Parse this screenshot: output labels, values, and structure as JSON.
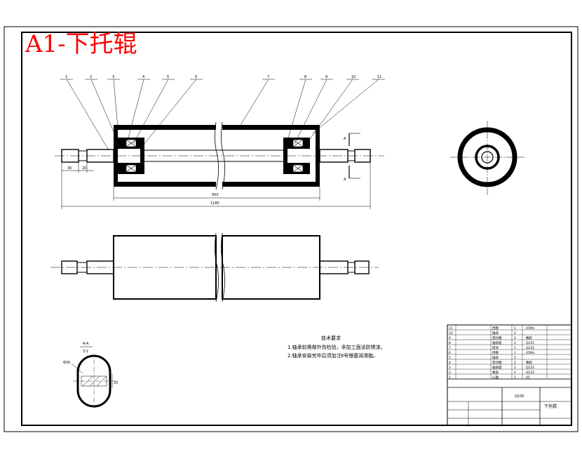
{
  "title": "A1-下托辊",
  "colors": {
    "title": "#ff0000",
    "line": "#000000",
    "paper": "#ffffff"
  },
  "balloons": [
    "1",
    "2",
    "3",
    "4",
    "5",
    "6",
    "7",
    "8",
    "9",
    "10",
    "11"
  ],
  "dimensions": {
    "shaft_step_a": "30",
    "shaft_step_b": "20",
    "roller_length": "950",
    "overall_length": "1180"
  },
  "section": {
    "label_top": "A",
    "label_bottom": "A",
    "title": "A-A",
    "scale": "3:1",
    "diameter": "Φ30",
    "flat": "25"
  },
  "tech_req": {
    "heading": "技术要求",
    "items": [
      "1.轴承前需做外伤检验，非加工面涂防锈漆。",
      "2.轴承安装完毕后须加注Ⅱ号锂基润滑脂。"
    ]
  },
  "title_block": {
    "material": "Q235",
    "part_name": "下托辊",
    "bom_rows": [
      [
        "11",
        "挡圈",
        "1",
        "65Mn"
      ],
      [
        "10",
        "轴承",
        "2",
        ""
      ],
      [
        "9",
        "密封圈",
        "2",
        "橡胶"
      ],
      [
        "8",
        "轴承座",
        "2",
        "Q235"
      ],
      [
        "7",
        "筒体",
        "1",
        "Q235"
      ],
      [
        "6",
        "挡圈",
        "1",
        "65Mn"
      ],
      [
        "5",
        "轴承",
        "2",
        ""
      ],
      [
        "4",
        "密封圈",
        "2",
        "橡胶"
      ],
      [
        "3",
        "轴承座",
        "2",
        "Q235"
      ],
      [
        "2",
        "端盖",
        "2",
        "Q235"
      ],
      [
        "1",
        "心轴",
        "1",
        "45"
      ]
    ]
  }
}
